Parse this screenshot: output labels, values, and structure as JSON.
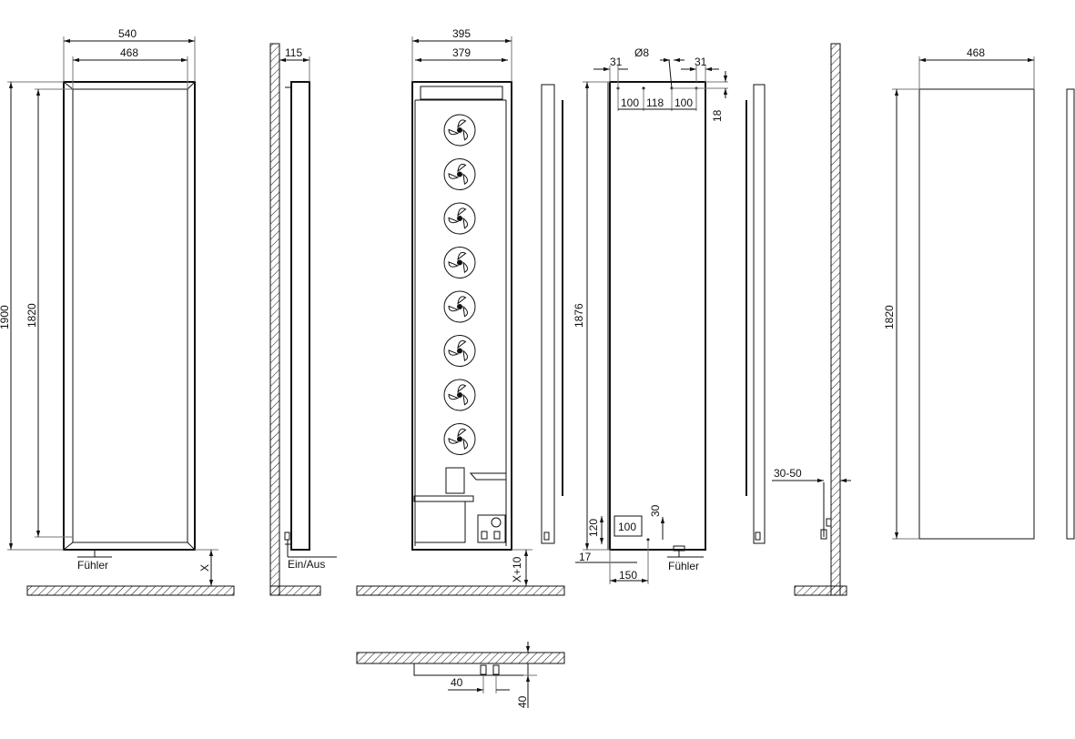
{
  "front_view": {
    "width_outer": "540",
    "width_inner": "468",
    "height_outer": "1900",
    "height_inner": "1820",
    "sensor_label": "Fühler",
    "floor_gap": "X"
  },
  "side_view": {
    "depth": "115",
    "switch_label": "Ein/Aus"
  },
  "back_view": {
    "width_outer": "395",
    "width_inner": "379",
    "floor_gap": "X+10",
    "fan_count": 8
  },
  "mount_view": {
    "height": "1876",
    "hole_diameter": "Ø8",
    "offset_left": "31",
    "offset_right": "31",
    "spacing_1": "100",
    "spacing_2": "118",
    "spacing_3": "100",
    "top_offset": "18",
    "box_height": "120",
    "box_width": "100",
    "box_offset": "30",
    "bottom_offset": "17",
    "sensor_width": "150",
    "sensor_label": "Fühler"
  },
  "wall_view": {
    "wall_gap": "30-50"
  },
  "glass_view": {
    "width": "468",
    "height": "1820"
  },
  "bottom_view": {
    "width": "40",
    "height": "40"
  }
}
